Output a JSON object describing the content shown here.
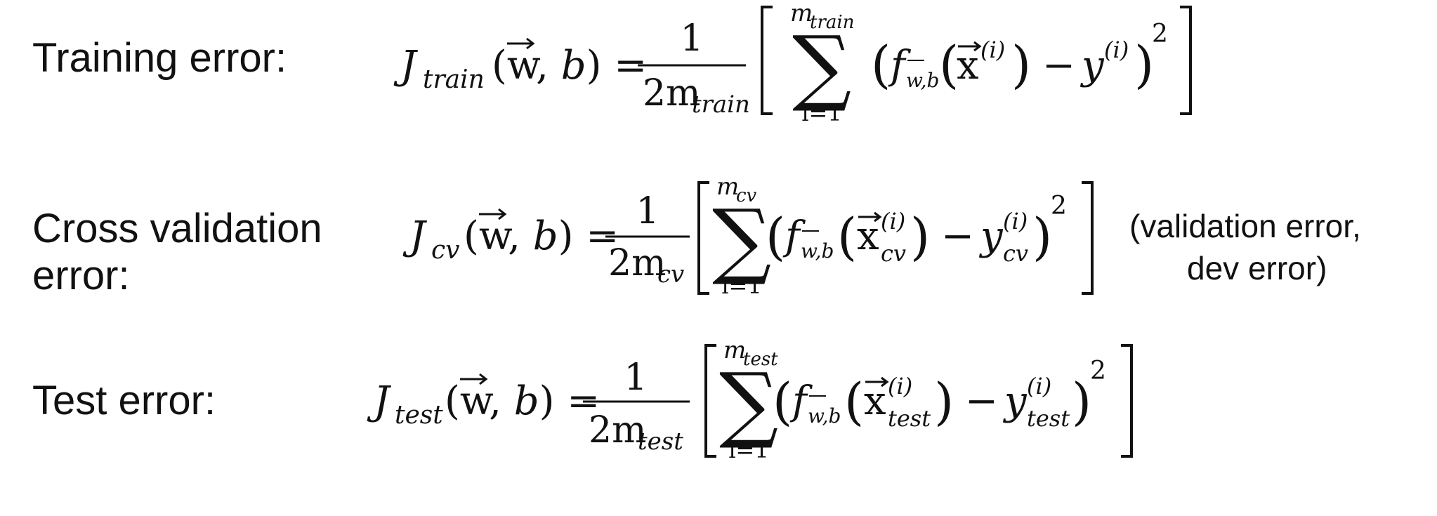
{
  "rows": [
    {
      "label": "Training error:",
      "J": "J",
      "J_sub": "train",
      "m_sub": "train",
      "sum_lower": "i=1",
      "x_sub": "",
      "y_sub": "",
      "note_line1": "",
      "note_line2": ""
    },
    {
      "label_line1": "Cross validation",
      "label_line2": "error:",
      "J": "J",
      "J_sub": "cv",
      "m_sub": "cv",
      "sum_lower": "i=1",
      "x_sub": "cv",
      "y_sub": "cv",
      "note_line1": "(validation error,",
      "note_line2": "dev error)"
    },
    {
      "label": "Test error:",
      "J": "J",
      "J_sub": "test",
      "m_sub": "test",
      "sum_lower": "i=1",
      "x_sub": "test",
      "y_sub": "test",
      "note_line1": "",
      "note_line2": ""
    }
  ],
  "common": {
    "args": "(w, b) =",
    "numerator": "1",
    "denom_prefix": "2m",
    "upper_m": "m",
    "f": "f",
    "f_sub": "w,b",
    "x": "x",
    "sup_i": "(i)",
    "y": "y",
    "minus": "−",
    "power": "2"
  }
}
